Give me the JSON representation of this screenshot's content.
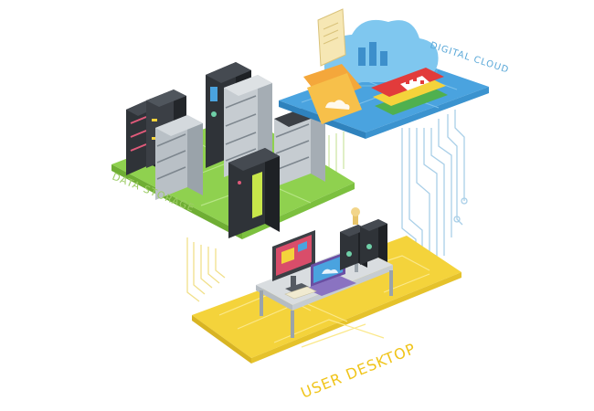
{
  "labels": {
    "data_storage": "DATA STORAGE",
    "digital_cloud": "DIGITAL CLOUD",
    "user_desktop": "USER DESKTOP"
  },
  "colors": {
    "green_platform": "#8fd14f",
    "blue_platform": "#4aa3df",
    "yellow_platform": "#f4d33b",
    "circuit_line": "#a9cfe8",
    "label_green": "#9ccc65",
    "label_blue": "#5aa8d8",
    "label_yellow": "#f0c419"
  },
  "icons": [
    "server-rack-icon",
    "cloud-icon",
    "folder-icon",
    "document-icon",
    "film-strip-icon",
    "desk-icon",
    "monitor-icon",
    "laptop-icon",
    "tower-pc-icon"
  ]
}
